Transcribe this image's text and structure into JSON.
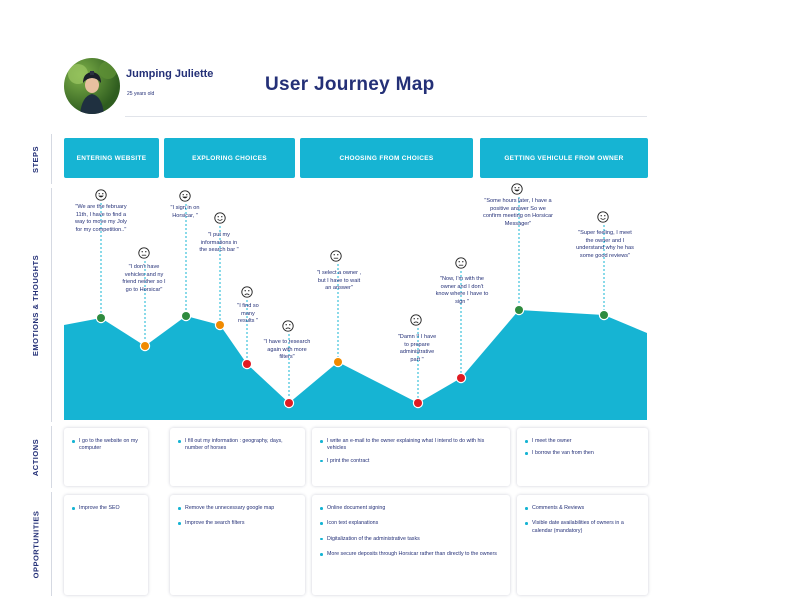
{
  "persona": {
    "name": "Jumping Juliette",
    "age": "25 years old"
  },
  "title": "User Journey Map",
  "row_labels": {
    "steps": "STEPS",
    "emotions": "EMOTIONS & THOUGHTS",
    "actions": "ACTIONS",
    "opportunities": "OPPORTUNITIES"
  },
  "steps": [
    "ENTERING WEBSITE",
    "EXPLORING CHOICES",
    "CHOOSING FROM CHOICES",
    "GETTING  VEHICULE FROM OWNER"
  ],
  "colors": {
    "accent": "#16b4d3",
    "text": "#243077",
    "happy": "#2e8b3e",
    "neutral": "#f08a00",
    "sad": "#e01b22"
  },
  "emotions": {
    "points": [
      {
        "mood": "happy",
        "face": "laugh",
        "thought": [
          "\"We are the february",
          "11th, I have to find a",
          "way to move my Joly",
          "for my competition..\""
        ]
      },
      {
        "mood": "neutral",
        "face": "neutral",
        "thought": [
          "\"I don't have",
          "vehicles and ny",
          "friend neither so I",
          "go to Horsicar\""
        ]
      },
      {
        "mood": "happy",
        "face": "laugh",
        "thought": [
          "\"I sign in on",
          "Horsicar, \""
        ]
      },
      {
        "mood": "neutral",
        "face": "smile",
        "thought": [
          "\"I put my",
          "informations in",
          "the search bar \""
        ]
      },
      {
        "mood": "sad",
        "face": "sad",
        "thought": [
          "\"I find so",
          "many",
          "results \""
        ]
      },
      {
        "mood": "sad",
        "face": "sad",
        "thought": [
          "\"I have to research",
          "again with more",
          "filters\""
        ]
      },
      {
        "mood": "neutral",
        "face": "neutral",
        "thought": [
          "\"I select a owner ,",
          "but I have to wait",
          "an answer\""
        ]
      },
      {
        "mood": "sad",
        "face": "sad",
        "thought": [
          "\"Damn !! I have",
          "to prepare",
          "administrative",
          "part \""
        ]
      },
      {
        "mood": "sad",
        "face": "neutral",
        "thought": [
          "\"Now, I'm with the",
          "owner and I don't",
          "know where I have to",
          "sign \""
        ]
      },
      {
        "mood": "happy",
        "face": "laugh",
        "thought": [
          "\"Some hours later, I have a",
          "positive answer So we",
          "confirm meeting on Horsicar",
          "Messager\""
        ]
      },
      {
        "mood": "happy",
        "face": "smile",
        "thought": [
          "\"Super feeling, I meet",
          "the owner and I",
          "understand why he has",
          "some good reviews\""
        ]
      }
    ]
  },
  "actions": [
    [
      "I go to the website on my computer"
    ],
    [
      "I fill out my information : geography, days, number of horses"
    ],
    [
      "I write an e-mail to the owner explaining what I intend to do with his vehicles",
      "I print the contract"
    ],
    [
      "I meet the owner",
      "I borrow the van from then"
    ]
  ],
  "opportunities": [
    [
      "Improve the SEO"
    ],
    [
      "Remove the unnecessary google map",
      "Improve the search filters"
    ],
    [
      "Online document signing",
      "Icon text explanations",
      "Digitalization of the administrative tasks",
      "More secure deposits through Horsicar rather than directly to the owners"
    ],
    [
      "Comments & Reviews",
      "Visible date availabilities of owners in a calendar (mandatory)"
    ]
  ]
}
